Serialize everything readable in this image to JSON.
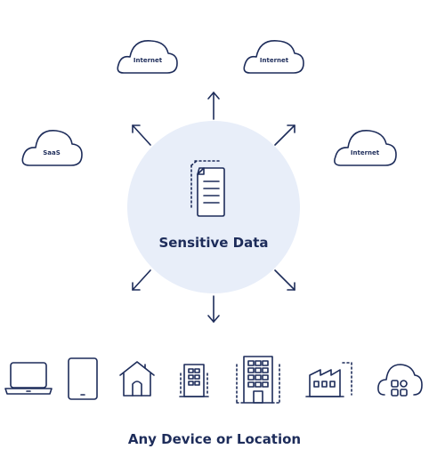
{
  "center": {
    "title": "Sensitive Data",
    "icon": "document-icon"
  },
  "clouds": [
    {
      "label": "Internet"
    },
    {
      "label": "Internet"
    },
    {
      "label": "SaaS"
    },
    {
      "label": "Internet"
    }
  ],
  "devices": [
    {
      "icon": "laptop-icon"
    },
    {
      "icon": "tablet-icon"
    },
    {
      "icon": "home-icon"
    },
    {
      "icon": "office-building-icon"
    },
    {
      "icon": "large-building-icon"
    },
    {
      "icon": "factory-icon"
    },
    {
      "icon": "cloud-apps-icon"
    }
  ],
  "footer": {
    "label": "Any Device or Location"
  },
  "colors": {
    "ink": "#1d2c5a",
    "circle": "#e8eef9"
  }
}
